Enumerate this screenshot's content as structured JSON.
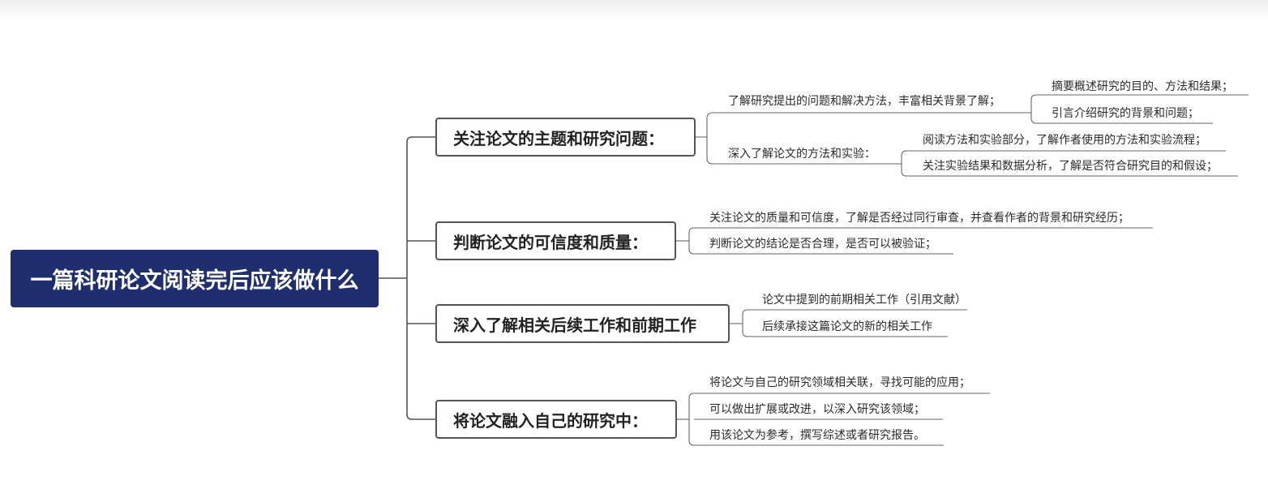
{
  "mindmap": {
    "root": "一篇科研论文阅读完后应该做什么",
    "branches": [
      {
        "label": "关注论文的主题和研究问题：",
        "children": [
          {
            "label": "了解研究提出的问题和解决方法，丰富相关背景了解；",
            "children": [
              "摘要概述研究的目的、方法和结果；",
              "引言介绍研究的背景和问题；"
            ]
          },
          {
            "label": "深入了解论文的方法和实验：",
            "children": [
              "阅读方法和实验部分，了解作者使用的方法和实验流程；",
              "关注实验结果和数据分析，了解是否符合研究目的和假设；"
            ]
          }
        ]
      },
      {
        "label": "判断论文的可信度和质量：",
        "children": [
          {
            "label": "关注论文的质量和可信度，了解是否经过同行审查，并查看作者的背景和研究经历；"
          },
          {
            "label": "判断论文的结论是否合理，是否可以被验证；"
          }
        ]
      },
      {
        "label": "深入了解相关后续工作和前期工作",
        "children": [
          {
            "label": "论文中提到的前期相关工作（引用文献）"
          },
          {
            "label": "后续承接这篇论文的新的相关工作"
          }
        ]
      },
      {
        "label": "将论文融入自己的研究中：",
        "children": [
          {
            "label": "将论文与自己的研究领域相关联，寻找可能的应用；"
          },
          {
            "label": "可以做出扩展或改进，以深入研究该领域；"
          },
          {
            "label": "用该论文为参考，撰写综述或者研究报告。"
          }
        ]
      }
    ]
  }
}
